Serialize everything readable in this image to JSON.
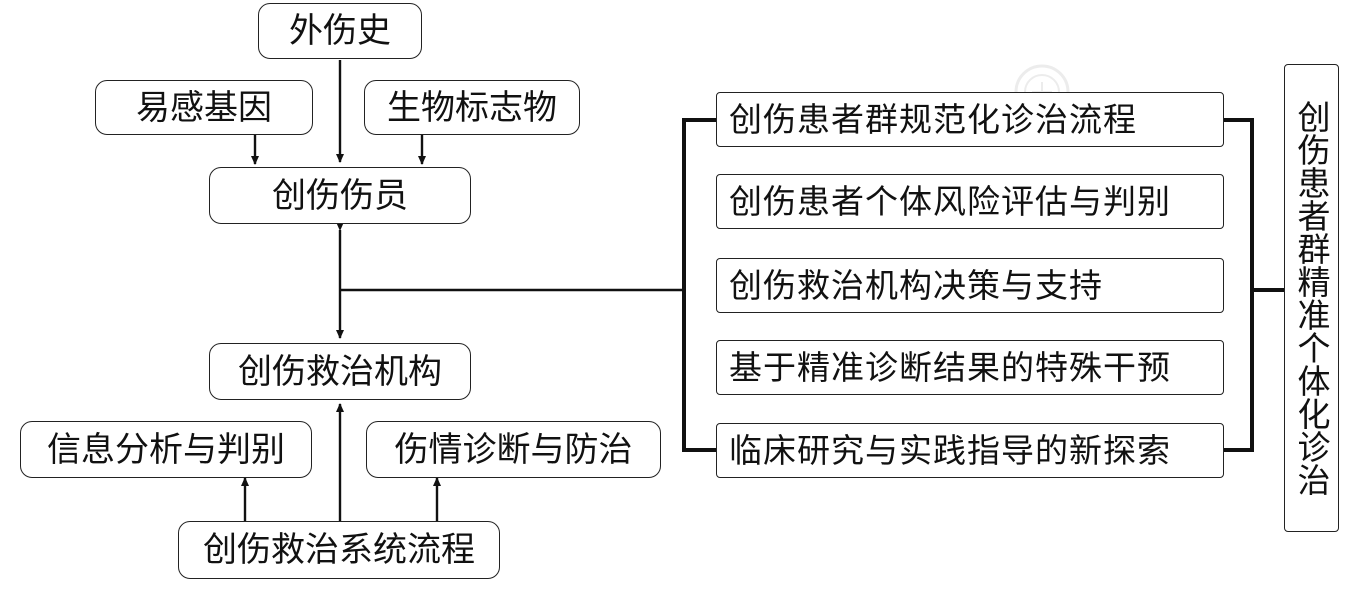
{
  "left": {
    "history": "外伤史",
    "genes": "易感基因",
    "biomarkers": "生物标志物",
    "patient": "创伤伤员",
    "institution": "创伤救治机构",
    "info_analysis": "信息分析与判别",
    "diagnosis": "伤情诊断与防治",
    "system_flow": "创伤救治系统流程"
  },
  "middle": {
    "items": [
      "创伤患者群规范化诊治流程",
      "创伤患者个体风险评估与判别",
      "创伤救治机构决策与支持",
      "基于精准诊断结果的特殊干预",
      "临床研究与实践指导的新探索"
    ]
  },
  "right": {
    "title": "创伤患者群精准个体化诊治"
  }
}
